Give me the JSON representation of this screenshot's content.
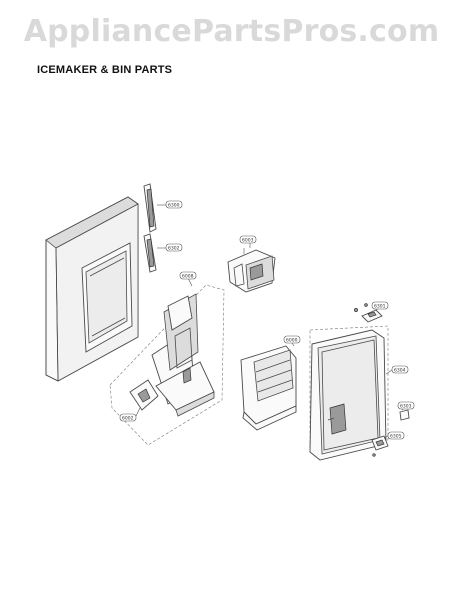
{
  "watermark": "AppliancePartsPros.com",
  "title": "ICEMAKER & BIN PARTS",
  "callouts": [
    {
      "id": "c1",
      "text": "6300"
    },
    {
      "id": "c2",
      "text": "6302"
    },
    {
      "id": "c3",
      "text": "6008"
    },
    {
      "id": "c4",
      "text": "6003"
    },
    {
      "id": "c5",
      "text": "6002"
    },
    {
      "id": "c6",
      "text": "6000"
    },
    {
      "id": "c7",
      "text": "6301"
    },
    {
      "id": "c8",
      "text": "6304"
    },
    {
      "id": "c9",
      "text": "6303"
    },
    {
      "id": "c10",
      "text": "6305"
    }
  ]
}
